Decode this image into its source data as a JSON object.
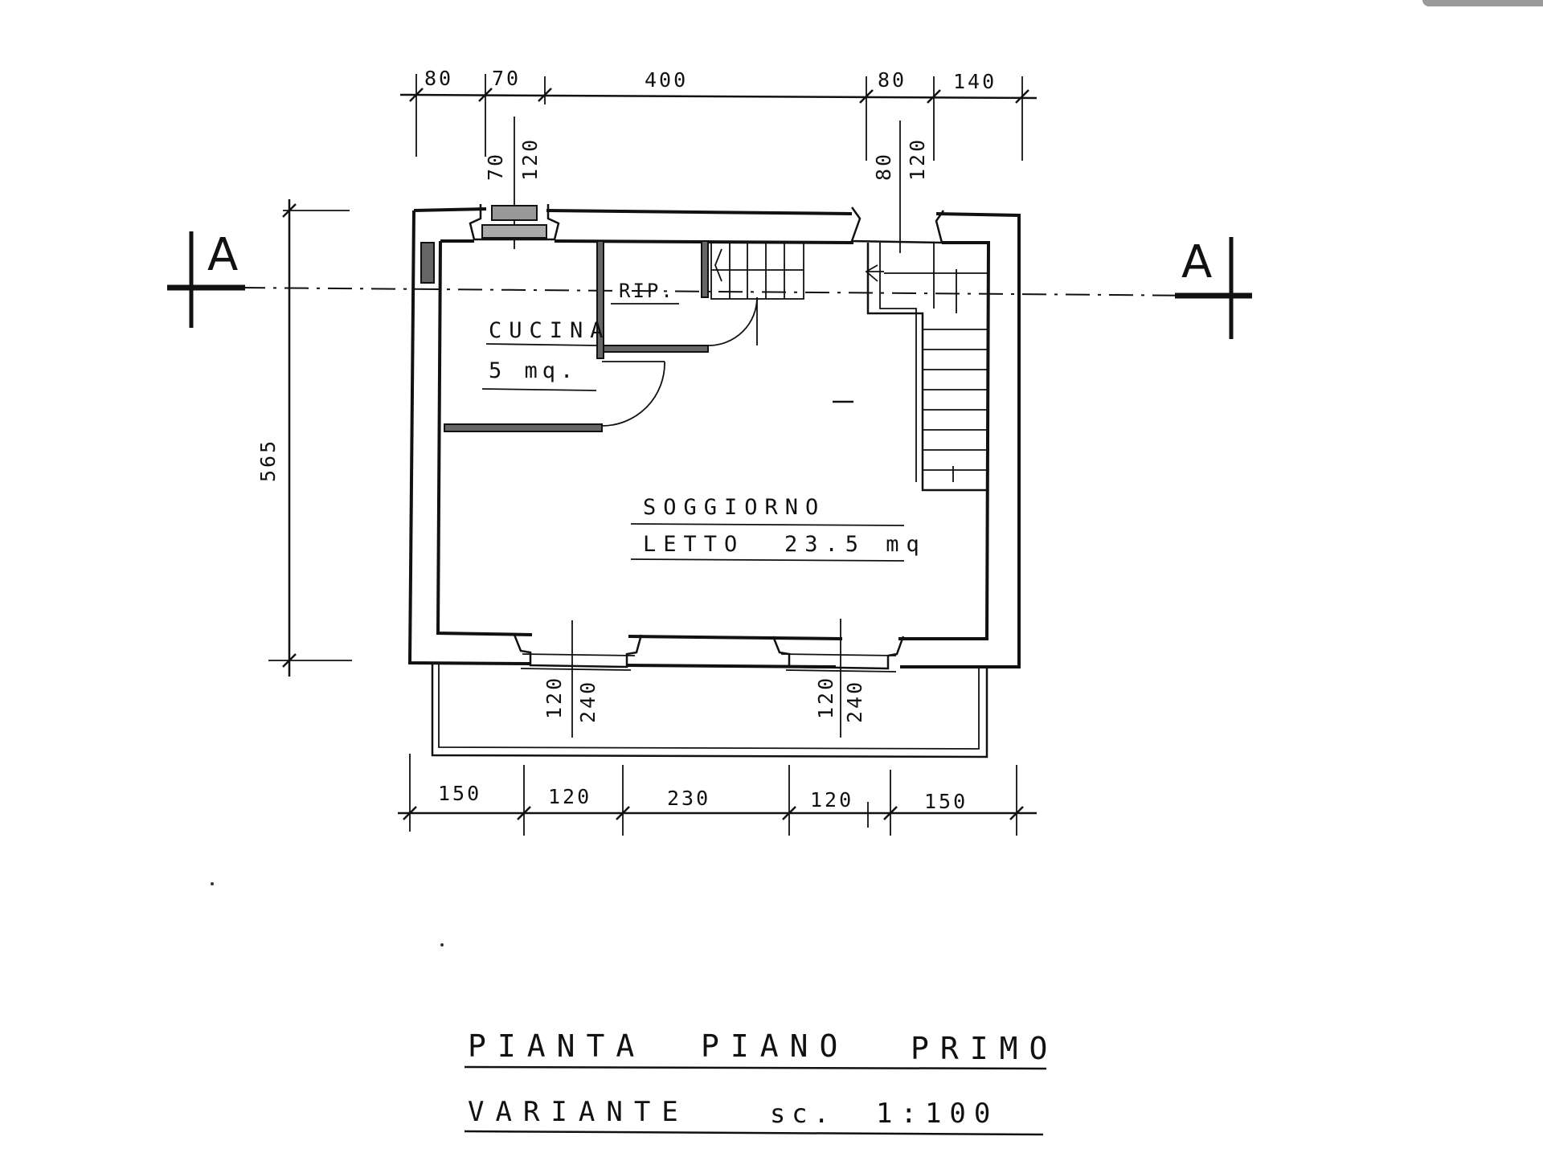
{
  "dimensions": {
    "top": [
      "80",
      "70",
      "400",
      "80",
      "140"
    ],
    "top_openings": [
      {
        "depth": "70",
        "width": "120"
      },
      {
        "depth": "80",
        "width": "120"
      }
    ],
    "left_height": "565",
    "bottom_openings": [
      {
        "depth": "120",
        "width": "240"
      },
      {
        "depth": "120",
        "width": "240"
      }
    ],
    "bottom": [
      "150",
      "120",
      "230",
      "120",
      "150"
    ]
  },
  "section_marks": {
    "left": "A",
    "right": "A"
  },
  "rooms": {
    "cucina": {
      "name": "CUCINA",
      "area": "5 mq."
    },
    "ripostiglio": {
      "name": "RIP."
    },
    "soggiorno": {
      "name": "SOGGIORNO",
      "line2": "LETTO",
      "area": "23.5 mq"
    }
  },
  "caption": {
    "title_words": [
      "PIANTA",
      "PIANO",
      "PRIMO"
    ],
    "subtitle": "VARIANTE",
    "scale_prefix": "sc.",
    "scale_value": "1:100"
  },
  "colors": {
    "ink": "#111111",
    "hatch": "#666666",
    "paper": "#ffffff"
  }
}
